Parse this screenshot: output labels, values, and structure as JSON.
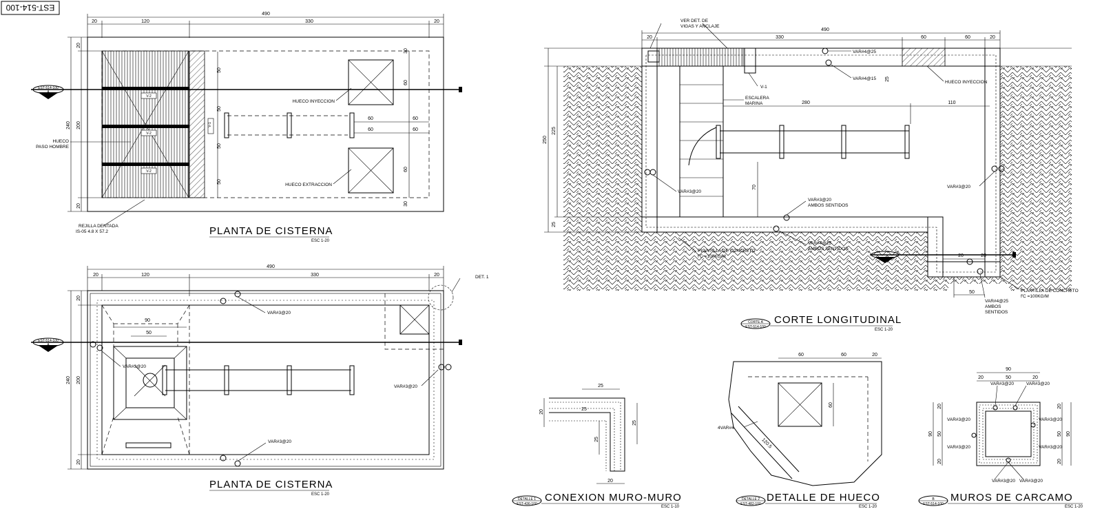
{
  "sheet_code": "EST-514-100",
  "views": {
    "plan_top": {
      "title": "PLANTA DE CISTERNA",
      "scale": "ESC 1-20",
      "dims_top": [
        "490",
        "20",
        "120",
        "330",
        "20"
      ],
      "dims_left": [
        "240",
        "20",
        "200",
        "20"
      ],
      "dims_inner_left": [
        "50",
        "50",
        "50",
        "50"
      ],
      "dims_right": [
        "30",
        "60",
        "60",
        "30"
      ],
      "dims_mid": [
        "60",
        "60",
        "60",
        "60"
      ],
      "labels": {
        "hueco_iny": "HUECO INYECCION",
        "hueco_ext": "HUECO EXTRACCION",
        "hueco_paso": "HUECO",
        "paso_hombre": "PASO HOMBRE",
        "rejilla": "REJILLA DENTADA",
        "rejilla_spec": "IS-05 4.8 X 57.2"
      },
      "beam_tags": [
        "V-2",
        "V-2",
        "V-2",
        "V-1"
      ],
      "section_tag": "EST-514-100",
      "section_letter": "A"
    },
    "plan_bottom": {
      "title": "PLANTA DE CISTERNA",
      "scale": "ESC 1-20",
      "dims_top": [
        "490",
        "20",
        "120",
        "330",
        "20"
      ],
      "dims_left": [
        "240",
        "20",
        "200",
        "20"
      ],
      "dims_inner": [
        "90",
        "50"
      ],
      "labels": {
        "det": "DET. 1",
        "var1": "VAR#3@20",
        "var2": "VAR#3@20",
        "var3": "VAR#3@20",
        "var4": "VAR#3@20"
      },
      "section_tag": "EST-514-100",
      "section_letter": "A"
    },
    "section": {
      "title": "CORTE LONGITUDINAL",
      "scale": "ESC 1-20",
      "tag_top": "CORTE A",
      "tag_bottom": "EST-514-100",
      "dims_top": [
        "490",
        "20",
        "330",
        "60",
        "60",
        "20"
      ],
      "dims_left": [
        "250",
        "225",
        "25"
      ],
      "dims_inner": [
        "280",
        "110",
        "70",
        "25"
      ],
      "dims_bottom": [
        "20",
        "20",
        "50"
      ],
      "labels": {
        "ver_det": "VER DET. DE",
        "vigas": "VIGAS Y ANCLAJE",
        "var425": "VAR#4@25",
        "var415": "VAR#4@15",
        "hueco_iny": "HUECO INYECCION",
        "v1": "V-1",
        "escalera": "ESCALERA",
        "marina": "MARINA",
        "var3_left": "VAR#3@20",
        "var3_right": "VAR#3@20",
        "var3_ambos": "VAR#3@20",
        "ambos1": "AMBOS SENTIDOS",
        "var4_ambos": "VAR#4@25",
        "ambos2": "AMBOS SENTIDOS",
        "plantilla1": "PLANTILLA DE CONCRETO",
        "fc1": "f'C =100KG/M",
        "plantilla2": "PLANTILLA DE CONCRETO",
        "fc2": "f'C =100KG/M",
        "var4_b": "VAR#4@25",
        "ambos3": "AMBOS",
        "sentidos3": "SENTIDOS"
      }
    },
    "detail1": {
      "title": "CONEXION MURO-MURO",
      "scale": "ESC 1-10",
      "tag_top": "DETALLE 1",
      "tag_bottom": "EST-436-100",
      "dims": [
        "25",
        "25",
        "20",
        "25",
        "25",
        "20"
      ]
    },
    "detail2": {
      "title": "DETALLE DE HUECO",
      "scale": "ESC 1-20",
      "tag_top": "DETALLE 2",
      "tag_bottom": "EST-482-100",
      "dims": [
        "60",
        "60",
        "20",
        "60",
        "120.5"
      ],
      "label": "4VAR#4"
    },
    "detail3": {
      "title": "MUROS DE CARCAMO",
      "scale": "ESC 1-20",
      "tag_top": "B",
      "tag_bottom": "EST-514-100",
      "dims_top": [
        "90",
        "20",
        "50",
        "20"
      ],
      "dims_side": [
        "90",
        "20",
        "50",
        "20"
      ],
      "labels": [
        "VAR#3@20",
        "VAR#3@20",
        "VAR#3@20",
        "VAR#3@20",
        "VAR#3@20",
        "VAR#3@20",
        "VAR#3@20",
        "VAR#3@20"
      ]
    }
  }
}
